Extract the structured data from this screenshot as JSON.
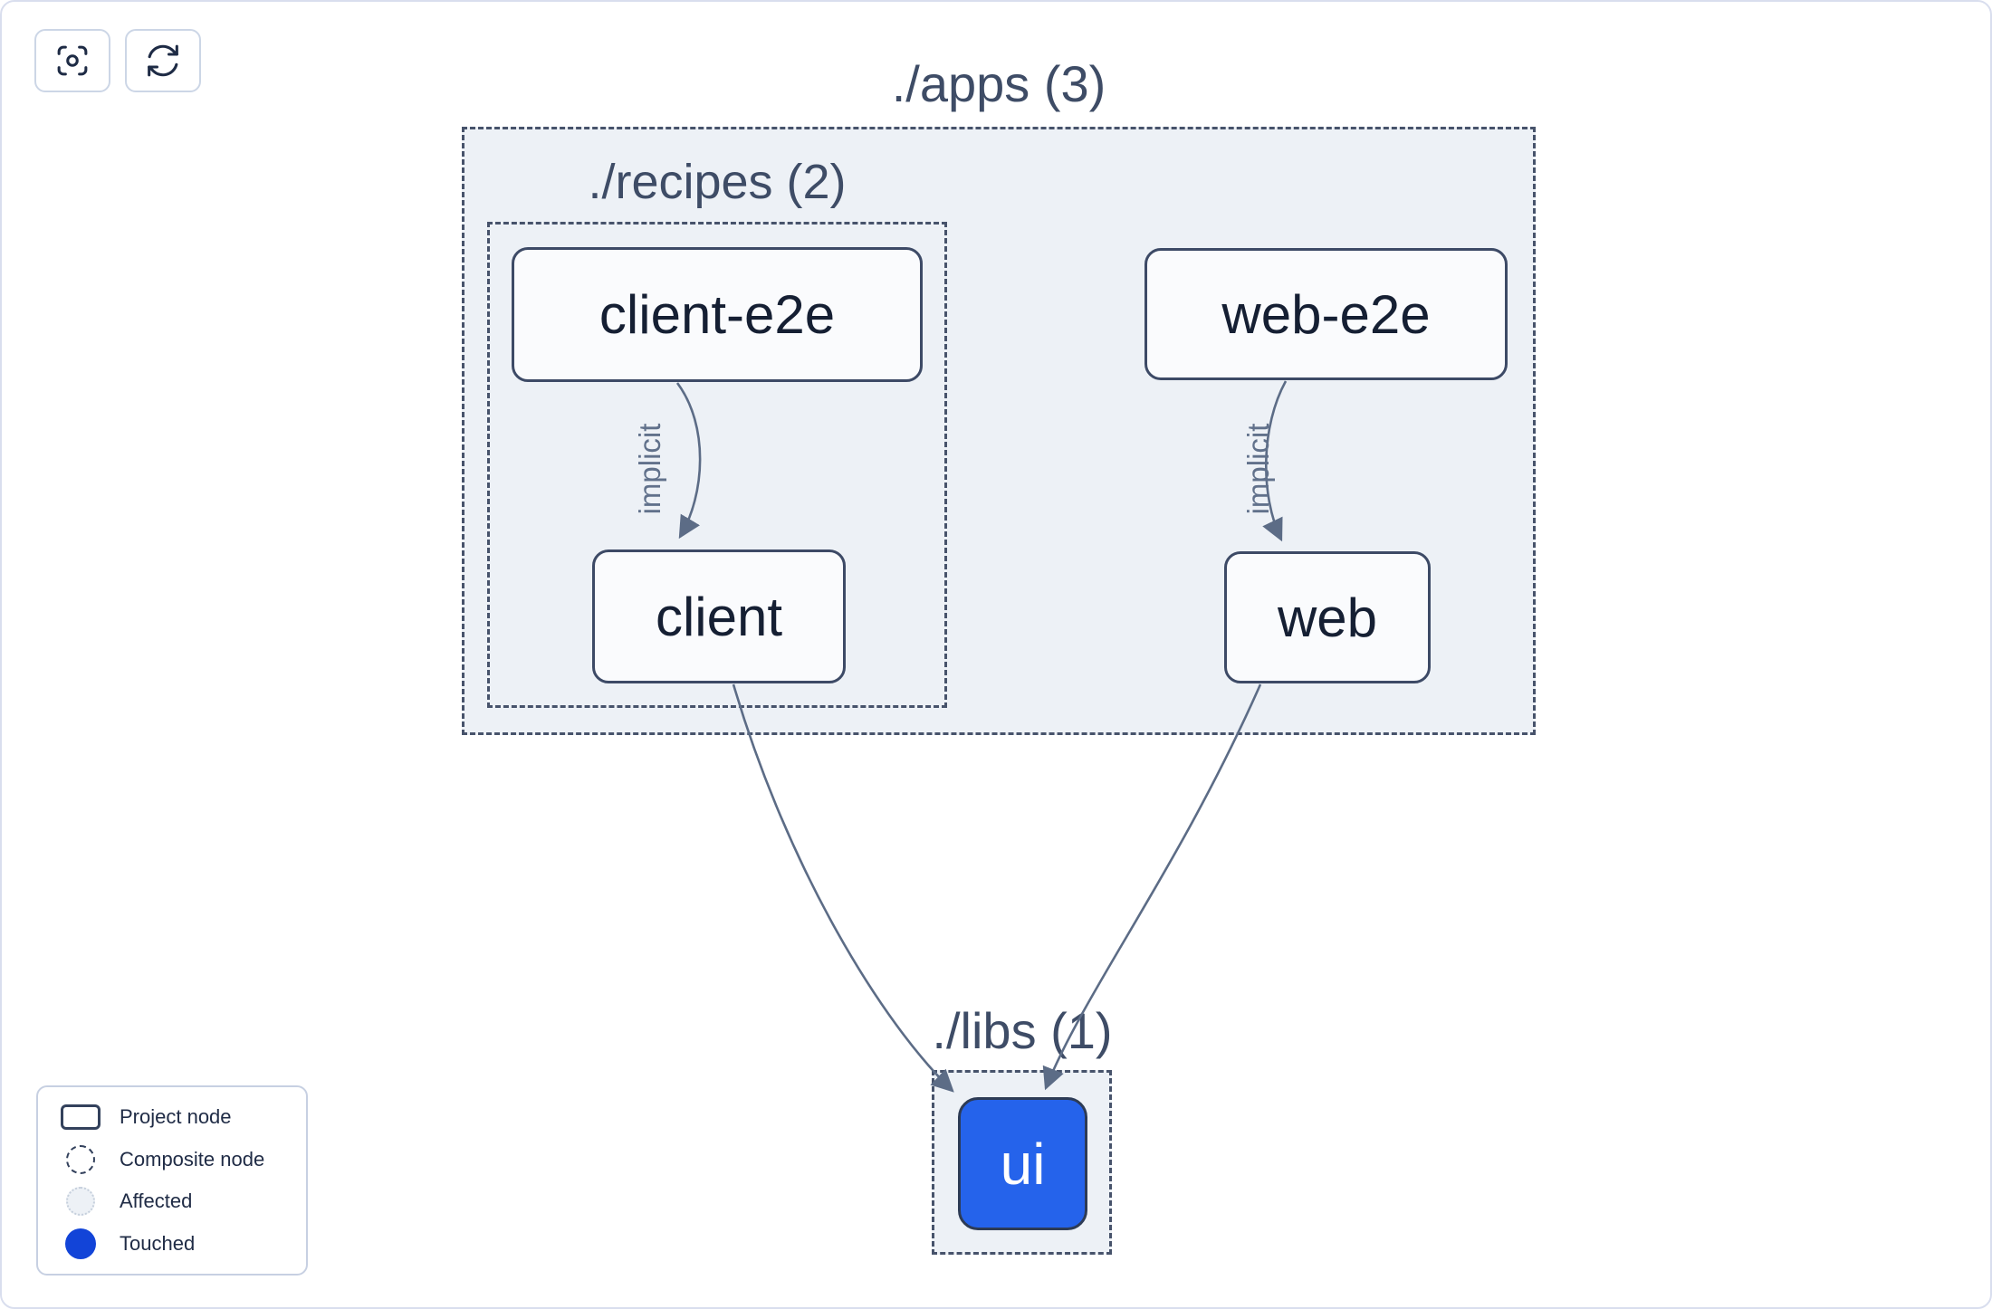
{
  "toolbar": {
    "buttons": [
      {
        "name": "center-graph",
        "icon": "viewfinder-icon"
      },
      {
        "name": "refresh-graph",
        "icon": "refresh-icon"
      }
    ]
  },
  "graph": {
    "composites": [
      {
        "id": "apps",
        "label": "./apps (3)"
      },
      {
        "id": "recipes",
        "label": "./recipes (2)"
      },
      {
        "id": "libs",
        "label": "./libs (1)"
      }
    ],
    "nodes": [
      {
        "id": "client-e2e",
        "label": "client-e2e",
        "state": "normal"
      },
      {
        "id": "web-e2e",
        "label": "web-e2e",
        "state": "normal"
      },
      {
        "id": "client",
        "label": "client",
        "state": "normal"
      },
      {
        "id": "web",
        "label": "web",
        "state": "normal"
      },
      {
        "id": "ui",
        "label": "ui",
        "state": "touched"
      }
    ],
    "edges": [
      {
        "from": "client-e2e",
        "to": "client",
        "label": "implicit"
      },
      {
        "from": "web-e2e",
        "to": "web",
        "label": "implicit"
      },
      {
        "from": "client",
        "to": "ui",
        "label": ""
      },
      {
        "from": "web",
        "to": "ui",
        "label": ""
      }
    ]
  },
  "legend": {
    "items": [
      {
        "label": "Project node",
        "swatch": "project"
      },
      {
        "label": "Composite node",
        "swatch": "composite"
      },
      {
        "label": "Affected",
        "swatch": "affected"
      },
      {
        "label": "Touched",
        "swatch": "touched"
      }
    ]
  },
  "colors": {
    "touched_node": "#2563eb",
    "touched_legend": "#1244d8",
    "composite_fill": "#edf1f6",
    "dashed_border": "#47536b",
    "node_border": "#3d4a66",
    "node_fill": "#fafbfd",
    "edge": "#5c6c86",
    "label_text": "#3e4c66",
    "node_text": "#151f33"
  }
}
